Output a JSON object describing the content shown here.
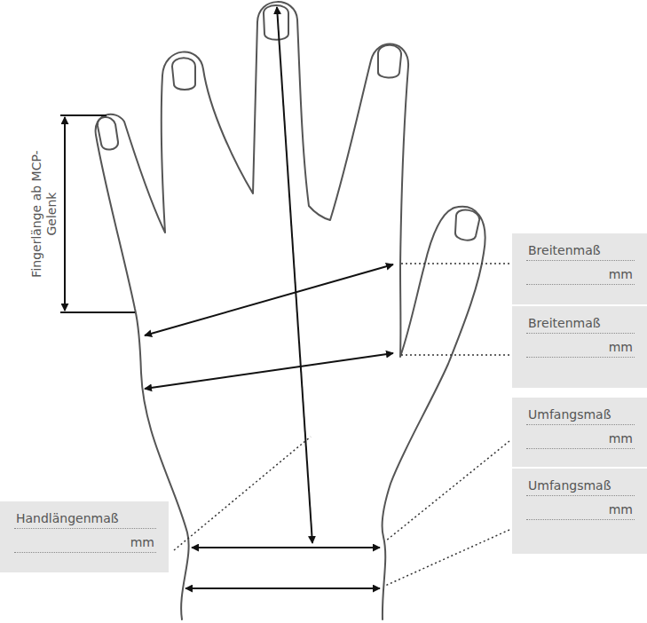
{
  "diagram": {
    "nodes": [
      {
        "text": [
          "Breitenmaß",
          "mm"
        ]
      },
      {
        "text": [
          "Breitenmaß",
          "mm"
        ]
      },
      {
        "text": [
          "Umfangsmaß",
          "mm"
        ]
      },
      {
        "text": [
          "Handlängenmaß",
          "mm"
        ]
      },
      {
        "text": [
          "Umfangsmaß",
          "mm"
        ]
      }
    ],
    "labels": [
      "Fingerlänge ab MCP-Gelenk"
    ]
  }
}
